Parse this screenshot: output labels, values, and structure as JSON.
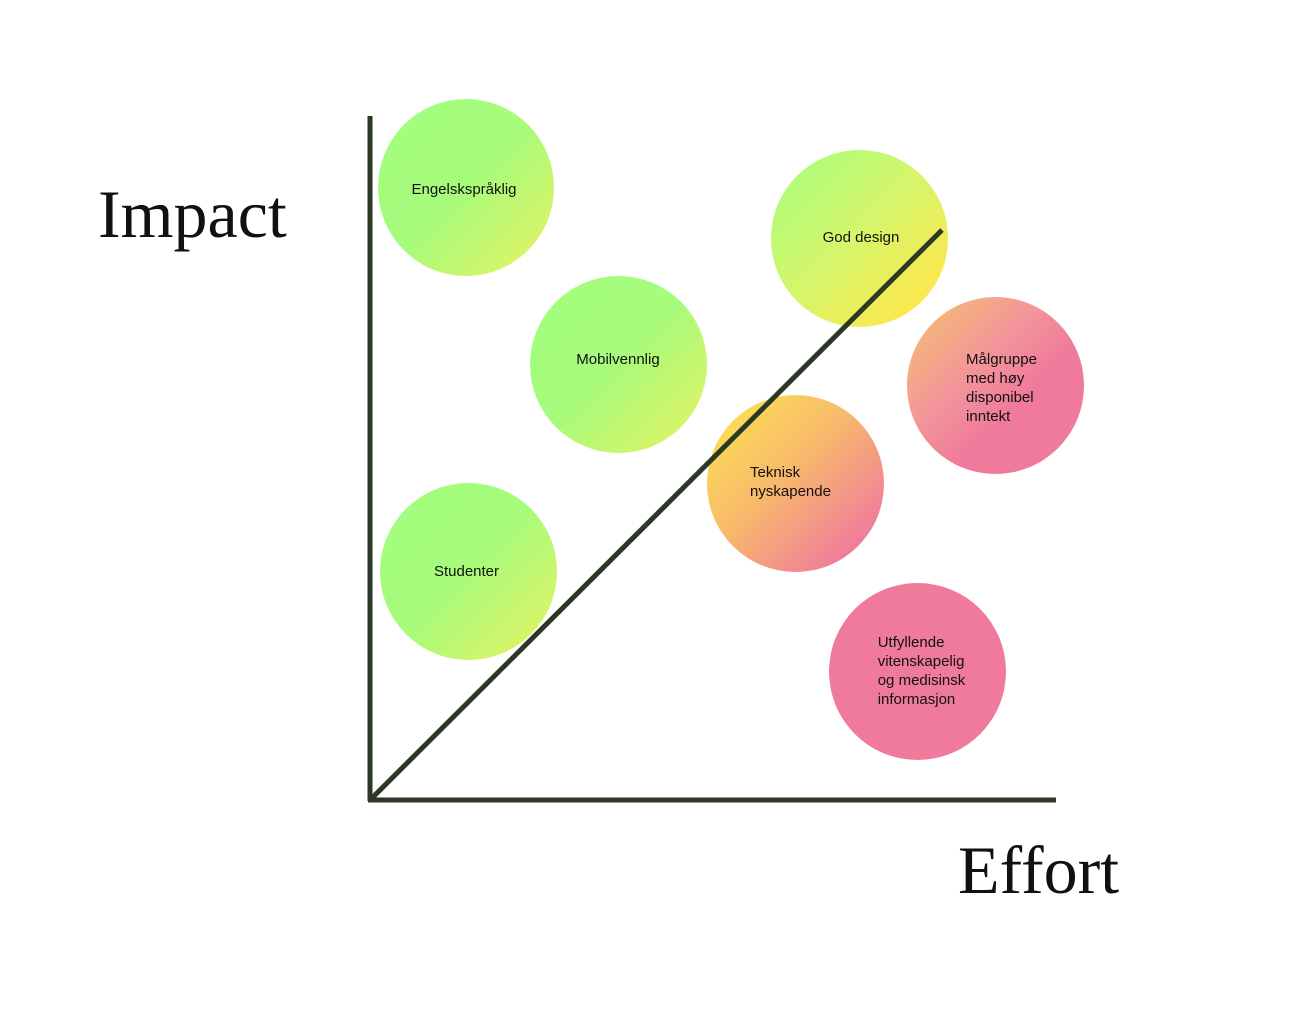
{
  "axes": {
    "y_title": "Impact",
    "x_title": "Effort",
    "line_color": "#2a3825"
  },
  "bubbles": [
    {
      "label": "Engelskspråklig",
      "color": "green"
    },
    {
      "label": "Mobilvennlig",
      "color": "green"
    },
    {
      "label": "Studenter",
      "color": "green"
    },
    {
      "label": "God design",
      "color": "green-yellow"
    },
    {
      "label": "Teknisk\nnyskapende",
      "color": "yellow-pink"
    },
    {
      "label": "Målgruppe\nmed høy\ndisponibel\ninntekt",
      "color": "orange-pink"
    },
    {
      "label": "Utfyllende\nvitenskapelig\nog medisinsk\ninformasjon",
      "color": "pink"
    }
  ]
}
